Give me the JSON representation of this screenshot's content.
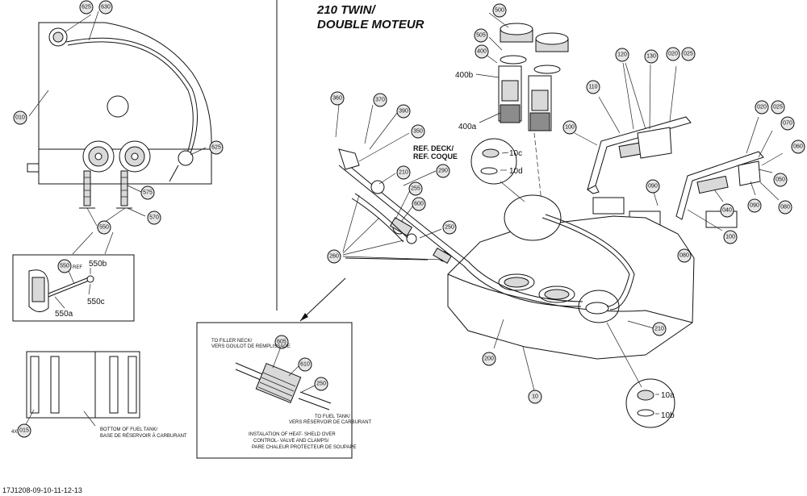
{
  "title_lines": [
    "210 TWIN/",
    "DOUBLE MOTEUR"
  ],
  "diagram_code": "17J1208-09-10-11-12-13",
  "ref_lines": [
    "REF. DECK/",
    "REF. COQUE"
  ],
  "callouts": {
    "c625a": "625",
    "c630": "630",
    "c010": "010",
    "c625b": "625",
    "c575": "575",
    "c570": "570",
    "c550": "550",
    "c550ref": "550",
    "c015": "015",
    "c500": "500",
    "c505": "505",
    "c400": "400",
    "c360": "360",
    "c370": "370",
    "c390": "390",
    "c350": "350",
    "c210a": "210",
    "c290": "290",
    "c255": "255",
    "c600": "600",
    "c250a": "250",
    "c260": "260",
    "c605": "605",
    "c610": "610",
    "c250b": "250",
    "c110": "110",
    "c120": "120",
    "c130": "130",
    "c020a": "020",
    "c025a": "025",
    "c100a": "100",
    "c020b": "020",
    "c025b": "025",
    "c070": "070",
    "c060": "060",
    "c050": "050",
    "c090a": "090",
    "c090b": "090",
    "c080a": "080",
    "c080b": "080",
    "c040": "040",
    "c100b": "100",
    "c210b": "210",
    "c200": "200",
    "c10": "10"
  },
  "labels": {
    "l550ref_suffix": "REF",
    "l550b": "550b",
    "l550c": "550c",
    "l550a": "550a",
    "l4x": "4X",
    "l400b": "400b",
    "l400a": "400a",
    "l10c": "10c",
    "l10d": "10d",
    "l10a": "10a",
    "l10b": "10b"
  },
  "notes": {
    "bottom_tank": [
      "BOTTOM OF FUEL TANK/",
      "BASE DE RÉSERVOIR À CARBURANT"
    ],
    "to_filler": [
      "TO FILLER NECK/",
      "VERS GOULOT DE REMPLISSAGE"
    ],
    "to_tank": [
      "TO FUEL TANK/",
      "VERS RÉSERVOIR DE CARBURANT"
    ],
    "installation": [
      "INSTALATION OF HEAT-  SHELD OVER",
      "CONTROL-  VALVE AND CLAMPS/",
      "PARE CHALEUR PROTECTEUR DE SOUPAPE"
    ]
  }
}
